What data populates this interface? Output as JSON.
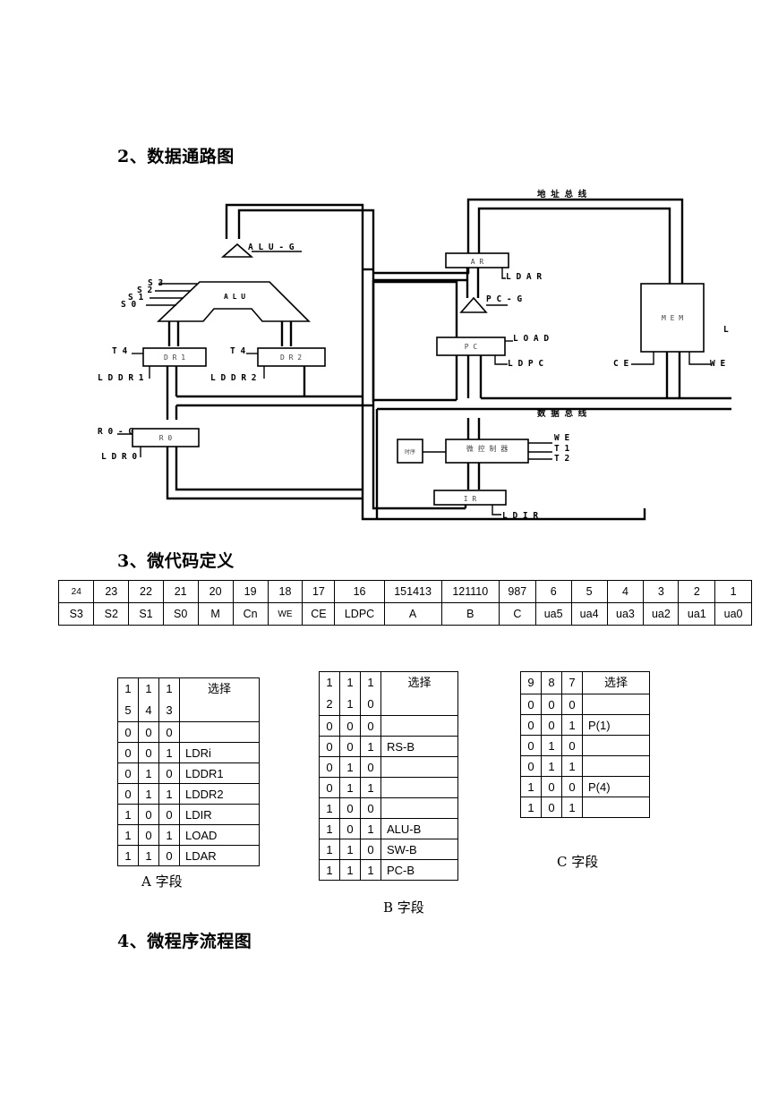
{
  "sections": {
    "datapath": "2、数据通路图",
    "microcode": "3、微代码定义",
    "flowchart": "4、微程序流程图"
  },
  "diagram": {
    "address_bus": "地 址 总 线",
    "data_bus": "数 据 总 线",
    "blocks": {
      "alu": "A L U",
      "dr1": "D R 1",
      "dr2": "D R 2",
      "r0": "R 0",
      "ar": "A R",
      "pc": "P C",
      "mem": "M E M",
      "ir": "I R",
      "cu": "微 控 制 器",
      "side": "时序"
    },
    "labels": {
      "alu_g": "A L U - G",
      "s3": "S 3",
      "s2": "S 2",
      "s1": "S 1",
      "s0": "S 0",
      "t4a": "T 4",
      "t4b": "T 4",
      "lddr1": "L D D R 1",
      "lddr2": "L D D R 2",
      "r0_g": "R 0 - G",
      "ldr0": "L D R 0",
      "ldar": "L D A R",
      "pc_g": "P C - G",
      "load": "L O A D",
      "ldpc": "L D P C",
      "ce": "C E",
      "we_mem": "W E",
      "l": "L",
      "we_cu": "W E",
      "t1": "T 1",
      "t2": "T 2",
      "ldir": "L D I R"
    }
  },
  "microcode_table": {
    "bits": [
      "24",
      "23",
      "22",
      "21",
      "20",
      "19",
      "18",
      "17",
      "16",
      "151413",
      "121110",
      "987",
      "6",
      "5",
      "4",
      "3",
      "2",
      "1"
    ],
    "fields": [
      "S3",
      "S2",
      "S1",
      "S0",
      "M",
      "Cn",
      "WE",
      "CE",
      "LDPC",
      "A",
      "B",
      "C",
      "ua5",
      "ua4",
      "ua3",
      "ua2",
      "ua1",
      "ua0"
    ]
  },
  "a_field": {
    "header": [
      "1\n5",
      "1\n4",
      "1\n3",
      "选择"
    ],
    "rows": [
      [
        "0",
        "0",
        "0",
        ""
      ],
      [
        "0",
        "0",
        "1",
        "LDRi"
      ],
      [
        "0",
        "1",
        "0",
        "LDDR1"
      ],
      [
        "0",
        "1",
        "1",
        "LDDR2"
      ],
      [
        "1",
        "0",
        "0",
        "LDIR"
      ],
      [
        "1",
        "0",
        "1",
        "LOAD"
      ],
      [
        "1",
        "1",
        "0",
        "LDAR"
      ]
    ],
    "caption": "A 字段"
  },
  "b_field": {
    "header": [
      "1\n2",
      "1\n1",
      "1\n0",
      "选择"
    ],
    "rows": [
      [
        "0",
        "0",
        "0",
        ""
      ],
      [
        "0",
        "0",
        "1",
        "RS-B"
      ],
      [
        "0",
        "1",
        "0",
        ""
      ],
      [
        "0",
        "1",
        "1",
        ""
      ],
      [
        "1",
        "0",
        "0",
        ""
      ],
      [
        "1",
        "0",
        "1",
        "ALU-B"
      ],
      [
        "1",
        "1",
        "0",
        "SW-B"
      ],
      [
        "1",
        "1",
        "1",
        "PC-B"
      ]
    ],
    "caption": "B 字段"
  },
  "c_field": {
    "header": [
      "9",
      "8",
      "7",
      "选择"
    ],
    "rows": [
      [
        "0",
        "0",
        "0",
        ""
      ],
      [
        "0",
        "0",
        "1",
        "P(1)"
      ],
      [
        "0",
        "1",
        "0",
        ""
      ],
      [
        "0",
        "1",
        "1",
        ""
      ],
      [
        "1",
        "0",
        "0",
        "P(4)"
      ],
      [
        "1",
        "0",
        "1",
        ""
      ]
    ],
    "caption": "C 字段"
  }
}
